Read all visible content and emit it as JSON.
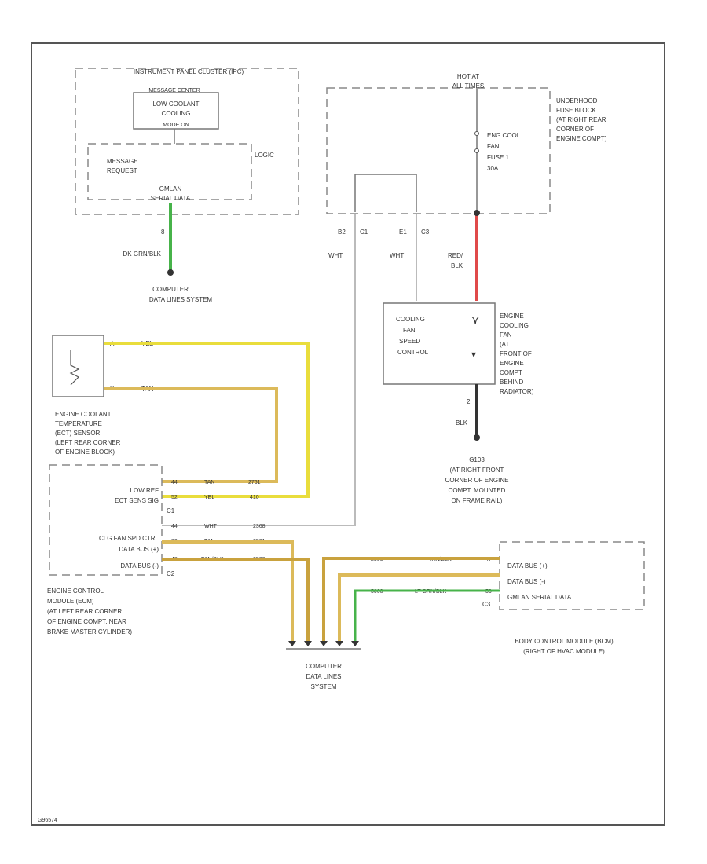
{
  "colors": {
    "frame": "#555555",
    "box": "#777777",
    "wire_yellow": "#e9dd3c",
    "wire_tan": "#dcba5a",
    "wire_tanblk": "#c9a23e",
    "wire_green": "#47b34a",
    "wire_red": "#e04a4a",
    "wire_white": "#bbbbbb",
    "wire_black": "#333333",
    "text": "#333333"
  },
  "ipc": {
    "title": "INSTRUMENT PANEL CLUSTER (IPC)",
    "msg_center": "MESSAGE CENTER",
    "low_coolant": [
      "LOW COOLANT",
      "COOLING",
      "MODE ON"
    ],
    "logic": "LOGIC",
    "msg_request": [
      "MESSAGE",
      "REQUEST"
    ],
    "gmlan": [
      "GMLAN",
      "SERIAL DATA"
    ],
    "pin": "8",
    "wire_color": "DK GRN/BLK",
    "system_label": [
      "COMPUTER",
      "DATA LINES SYSTEM"
    ]
  },
  "fuse_block": {
    "hot_at": [
      "HOT AT",
      "ALL TIMES"
    ],
    "label": [
      "UNDERHOOD",
      "FUSE BLOCK",
      "(AT RIGHT REAR",
      "CORNER OF",
      "ENGINE COMPT)"
    ],
    "fuse": [
      "ENG COOL",
      "FAN",
      "FUSE 1",
      "30A"
    ],
    "conn_left": [
      "B2",
      "C1"
    ],
    "conn_right": [
      "E1",
      "C3"
    ],
    "wire_left": "WHT",
    "wire_mid": "WHT",
    "wire_right": [
      "RED/",
      "BLK"
    ]
  },
  "fan": {
    "control": [
      "COOLING",
      "FAN",
      "SPEED",
      "CONTROL"
    ],
    "label": [
      "ENGINE",
      "COOLING",
      "FAN",
      "(AT",
      "FRONT OF",
      "ENGINE",
      "COMPT",
      "BEHIND",
      "RADIATOR)"
    ],
    "pin": "2",
    "wire": "BLK",
    "ground": [
      "G103",
      "(AT RIGHT FRONT",
      "CORNER OF ENGINE",
      "COMPT, MOUNTED",
      "ON FRAME RAIL)"
    ]
  },
  "sensor": {
    "pin_a": "A",
    "pin_b": "B",
    "wire_a": "YEL",
    "wire_b": "TAN",
    "label": [
      "ENGINE COOLANT",
      "TEMPERATURE",
      "(ECT) SENSOR",
      "(LEFT REAR CORNER",
      "OF ENGINE BLOCK)"
    ]
  },
  "ecm": {
    "rows": [
      {
        "pin": "44",
        "label": "LOW REF",
        "wire": "TAN",
        "circuit": "2761"
      },
      {
        "pin": "52",
        "label": "ECT SENS SIG",
        "wire": "YEL",
        "circuit": "410"
      },
      {
        "pin": "44",
        "label": "",
        "wire": "WHT",
        "circuit": "2368"
      },
      {
        "pin": "70",
        "label": "CLG FAN SPD CTRL",
        "wire": "TAN",
        "circuit": "2501"
      },
      {
        "pin": "48",
        "label": "DATA BUS (+)",
        "wire": "TAN/BLK",
        "circuit": "2500"
      },
      {
        "pin": "",
        "label": "DATA BUS (-)",
        "wire": "",
        "circuit": ""
      }
    ],
    "conn_c1": "C1",
    "conn_c2": "C2",
    "label": [
      "ENGINE CONTROL",
      "MODULE (ECM)",
      "(AT LEFT REAR CORNER",
      "OF ENGINE COMPT, NEAR",
      "BRAKE MASTER CYLINDER)"
    ]
  },
  "bcm": {
    "rows": [
      {
        "pin": "47",
        "label": "DATA BUS (+)",
        "wire": "TAN/BLK",
        "circuit": "2500"
      },
      {
        "pin": "55",
        "label": "DATA BUS (-)",
        "wire": "TAN",
        "circuit": "2501"
      },
      {
        "pin": "56",
        "label": "GMLAN SERIAL DATA",
        "wire": "LT GRN/BLK",
        "circuit": "5060"
      }
    ],
    "conn": "C3",
    "label": [
      "BODY CONTROL MODULE (BCM)",
      "(RIGHT OF HVAC MODULE)"
    ]
  },
  "bottom_system": [
    "COMPUTER",
    "DATA LINES",
    "SYSTEM"
  ],
  "figure_id": "G96574"
}
